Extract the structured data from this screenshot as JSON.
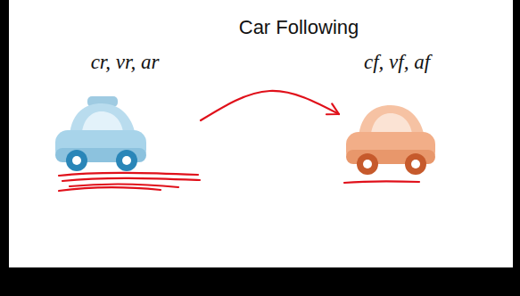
{
  "diagram": {
    "title": "Car Following",
    "nodes": [
      {
        "text": [
          "cr, vr, ar"
        ]
      },
      {
        "text": [
          "cf, vf, af"
        ]
      }
    ],
    "edges": [
      {
        "from": 0,
        "to": 1,
        "arrow": "to"
      }
    ]
  }
}
